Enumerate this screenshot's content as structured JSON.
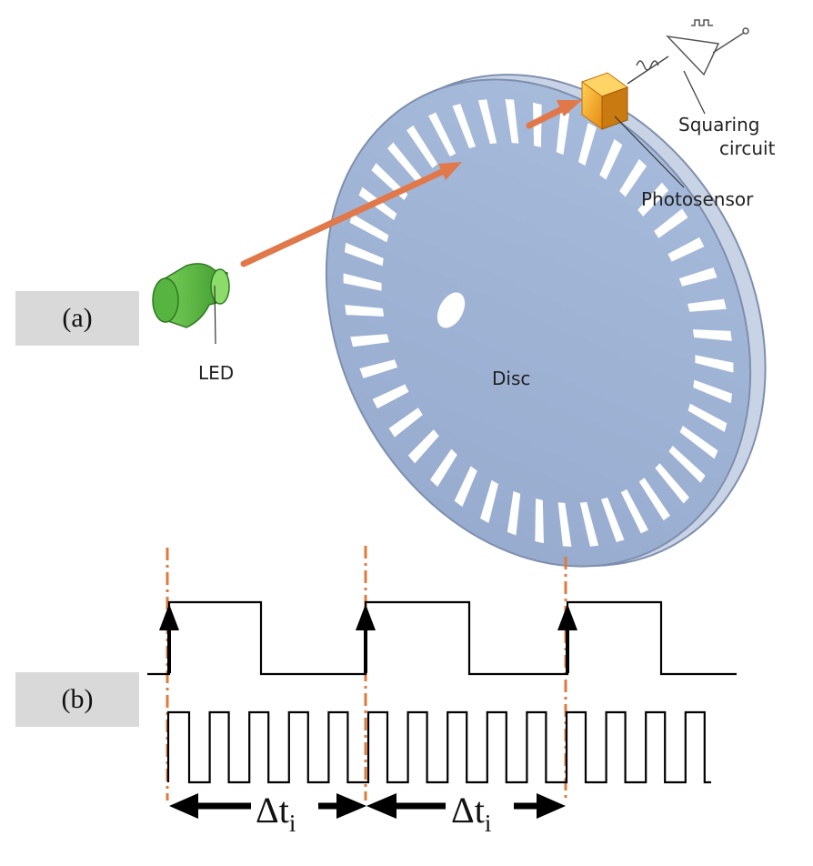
{
  "panels": {
    "a_label": "(a)",
    "b_label": "(b)"
  },
  "diagram_a": {
    "led_label": "LED",
    "disc_label": "Disc",
    "photosensor_label": "Photosensor",
    "squaring_circuit_label_line1": "Squaring",
    "squaring_circuit_label_line2": "circuit",
    "colors": {
      "disc": "#9fb4d6",
      "disc_edge": "#7e8fae",
      "led": "#5fc04a",
      "beam": "#e0784a",
      "photosensor": "#f0a020"
    }
  },
  "diagram_b": {
    "interval_label_1": "Δt",
    "interval_label_1_sub": "i",
    "interval_label_2": "Δt",
    "interval_label_2_sub": "i",
    "colors": {
      "marker_line": "#e07a3a",
      "signal": "#000000"
    }
  }
}
